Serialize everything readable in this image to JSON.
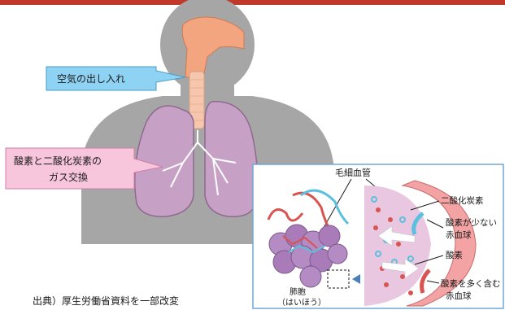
{
  "callouts": {
    "airway": "空気の出し入れ",
    "gas_exchange_line1": "酸素と二酸化炭素の",
    "gas_exchange_line2": "ガス交換"
  },
  "inset": {
    "capillary": "毛細血管",
    "co2": "二酸化炭素",
    "low_o2_line1": "酸素が少ない",
    "low_o2_line2": "赤血球",
    "oxygen": "酸素",
    "high_o2_line1": "酸素を多く含む",
    "high_o2_line2": "赤血球",
    "alveolus_line1": "肺胞",
    "alveolus_line2": "（はいほう）"
  },
  "source_note": "出典）厚生労働省資料を一部改変",
  "colors": {
    "top_bar": "#c0392b",
    "body": "#a9a9a9",
    "lung": "#c8a2c8",
    "airway": "#f2a57e",
    "callout_blue": "#8fd3f4",
    "callout_pink": "#f7c6dd",
    "inset_border": "#6fa8dc",
    "vessel_red": "#d9534f",
    "vessel_blue": "#5bc0de"
  }
}
